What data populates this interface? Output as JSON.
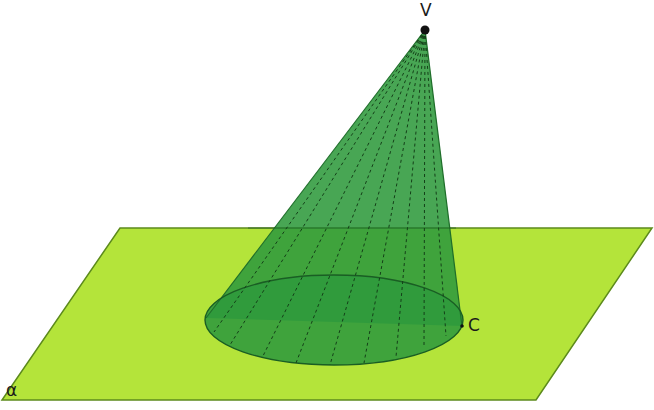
{
  "diagram": {
    "labels": [
      "V",
      "C",
      "α"
    ]
  }
}
